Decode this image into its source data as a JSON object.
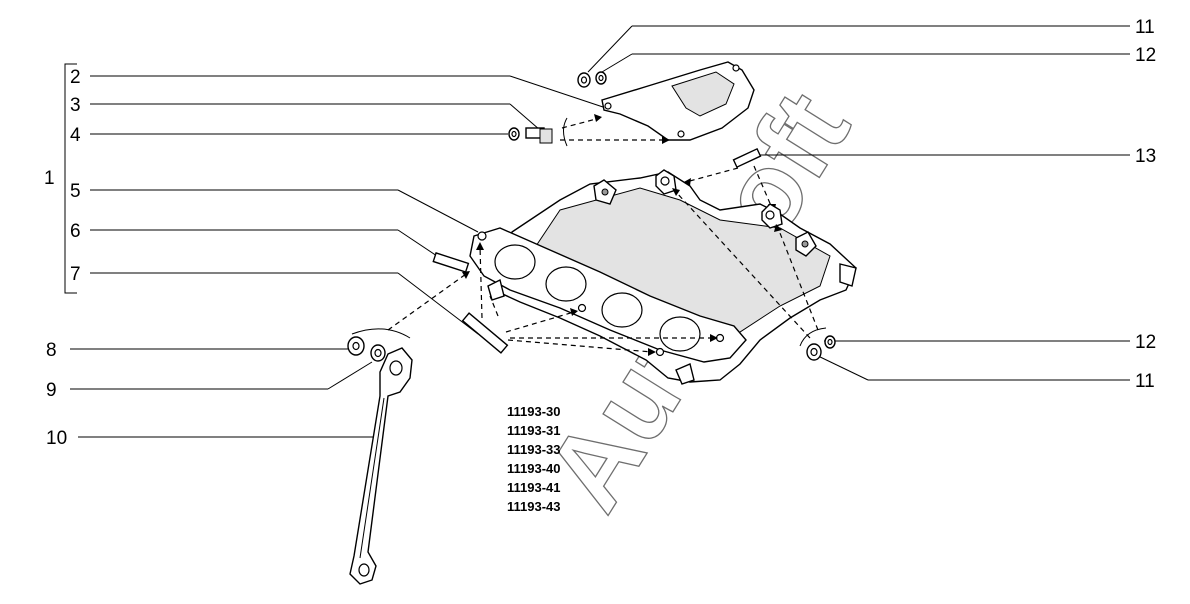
{
  "callouts": {
    "c1": "1",
    "c2": "2",
    "c3": "3",
    "c4": "4",
    "c5": "5",
    "c6": "6",
    "c7": "7",
    "c8": "8",
    "c9": "9",
    "c10": "10",
    "c11_top": "11",
    "c12_top": "12",
    "c13": "13",
    "c12_right": "12",
    "c11_right": "11"
  },
  "model_codes": [
    "11193-30",
    "11193-31",
    "11193-33",
    "11193-40",
    "11193-41",
    "11193-43"
  ],
  "watermark": "AutoSoft"
}
